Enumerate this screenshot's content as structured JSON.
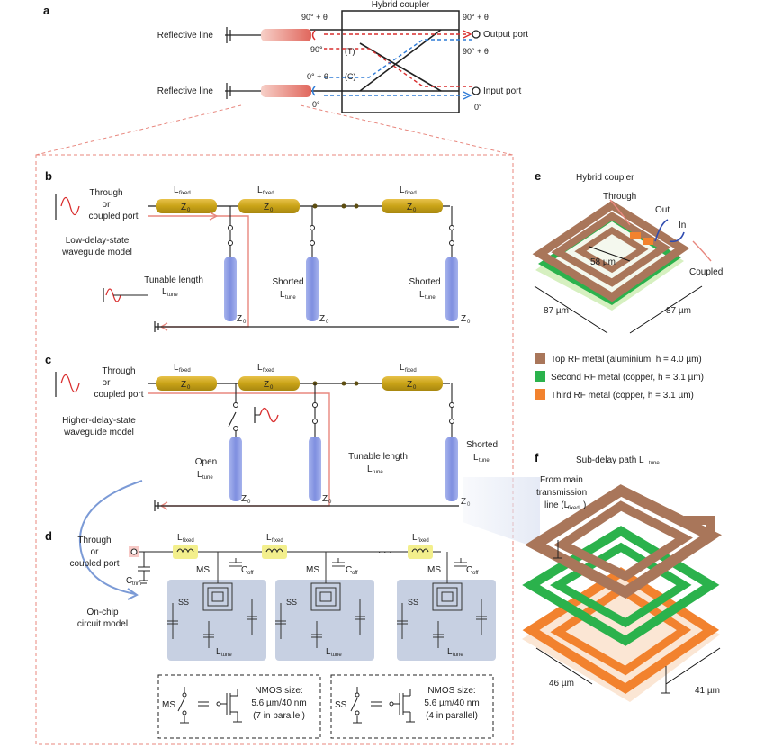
{
  "panels": {
    "a": "a",
    "b": "b",
    "c": "c",
    "d": "d",
    "e": "e",
    "f": "f"
  },
  "panel_a": {
    "title": "Hybrid coupler",
    "reflective_line": "Reflective line",
    "output_port": "Output port",
    "input_port": "Input port",
    "phase_top_left": "90° + θ",
    "phase_top_right": "90° + θ",
    "phase_90": "90°",
    "phase_mid_right": "90° + θ",
    "phase_0_theta": "0° + θ",
    "phase_0_left": "0°",
    "phase_0_right": "0°",
    "t_label": "(T)",
    "c_label": "(C)"
  },
  "panel_b": {
    "through": "Through",
    "or": "or",
    "coupled_port": "coupled port",
    "model_l1": "Low-delay-state",
    "model_l2": "waveguide model",
    "tunable": "Tunable length",
    "shorted": "Shorted",
    "l_main": "L",
    "l_fixed_sub": "fixed",
    "l_tune_sub": "tune",
    "z": "Z",
    "z_sub": "0"
  },
  "panel_c": {
    "through": "Through",
    "or": "or",
    "coupled_port": "coupled port",
    "model_l1": "Higher-delay-state",
    "model_l2": "waveguide model",
    "open": "Open",
    "tunable": "Tunable length",
    "shorted": "Shorted"
  },
  "panel_d": {
    "through": "Through",
    "or": "or",
    "coupled_port": "coupled port",
    "ctrim": "C",
    "ctrim_sub": "trim",
    "coff": "C",
    "coff_sub": "off",
    "ms": "MS",
    "ss": "SS",
    "model_l1": "On-chip",
    "model_l2": "circuit model",
    "nmos_title": "NMOS size:",
    "nmos_ms_size": "5.6 µm/40 nm",
    "nmos_ms_par": "(7 in parallel)",
    "nmos_ss_size": "5.6 µm/40 nm",
    "nmos_ss_par": "(4 in parallel)",
    "dots": "· · ·"
  },
  "panel_e": {
    "title": "Hybrid coupler",
    "through": "Through",
    "out": "Out",
    "in": "In",
    "coupled": "Coupled",
    "dim_inner": "58 µm",
    "dim_left": "87 µm",
    "dim_right": "87 µm",
    "legend": [
      {
        "label": "Top RF metal (aluminium, h = 4.0 µm)",
        "color": "#a9765a"
      },
      {
        "label": "Second RF metal (copper, h = 3.1 µm)",
        "color": "#2bb24c"
      },
      {
        "label": "Third RF metal (copper, h = 3.1 µm)",
        "color": "#f2822e"
      }
    ]
  },
  "panel_f": {
    "title": "Sub-delay path L",
    "title_sub": "tune",
    "from1": "From main",
    "from2": "transmission",
    "from3": "line (L",
    "from3_sub": "fixed",
    "from3_end": ")",
    "dim_left": "46 µm",
    "dim_right": "41 µm"
  },
  "colors": {
    "waveguide": "#c9a317",
    "stub": "#8f9fe0",
    "red": "#d92e2e",
    "blue": "#2f7bd6",
    "circuit_bg": "#c7d0e2",
    "pink": "#e8877e"
  }
}
